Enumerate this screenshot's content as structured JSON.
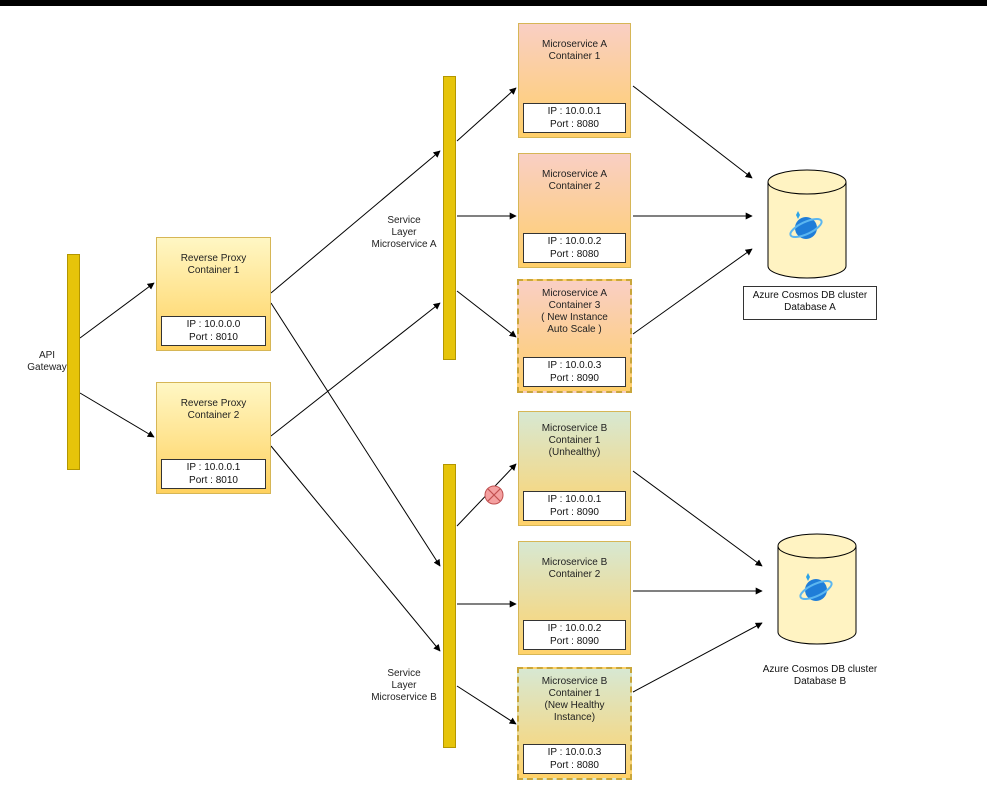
{
  "gateway": {
    "label_line1": "API",
    "label_line2": "Gateway"
  },
  "proxies": [
    {
      "title_line1": "Reverse Proxy",
      "title_line2": "Container 1",
      "ip": "IP : 10.0.0.0",
      "port": "Port : 8010"
    },
    {
      "title_line1": "Reverse Proxy",
      "title_line2": "Container 2",
      "ip": "IP : 10.0.0.1",
      "port": "Port : 8010"
    }
  ],
  "service_layers": [
    {
      "line1": "Service",
      "line2": "Layer",
      "line3": "Microservice A"
    },
    {
      "line1": "Service",
      "line2": "Layer",
      "line3": "Microservice B"
    }
  ],
  "microservice_a": [
    {
      "lines": [
        "Microservice A",
        "Container 1"
      ],
      "ip": "IP : 10.0.0.1",
      "port": "Port : 8080",
      "dashed": false
    },
    {
      "lines": [
        "Microservice A",
        "Container 2"
      ],
      "ip": "IP : 10.0.0.2",
      "port": "Port : 8080",
      "dashed": false
    },
    {
      "lines": [
        "Microservice A",
        "Container 3",
        "( New Instance",
        "Auto Scale )"
      ],
      "ip": "IP : 10.0.0.3",
      "port": "Port : 8090",
      "dashed": true
    }
  ],
  "microservice_b": [
    {
      "lines": [
        "Microservice B",
        "Container 1",
        "(Unhealthy)"
      ],
      "ip": "IP : 10.0.0.1",
      "port": "Port : 8090",
      "dashed": false
    },
    {
      "lines": [
        "Microservice B",
        "Container 2"
      ],
      "ip": "IP : 10.0.0.2",
      "port": "Port : 8090",
      "dashed": false
    },
    {
      "lines": [
        "Microservice B",
        "Container 1",
        "(New Healthy",
        "Instance)"
      ],
      "ip": "IP : 10.0.0.3",
      "port": "Port : 8080",
      "dashed": true
    }
  ],
  "databases": [
    {
      "line1": "Azure Cosmos DB cluster",
      "line2": "Database A",
      "icon": "cosmos-db-icon"
    },
    {
      "line1": "Azure Cosmos DB cluster",
      "line2": "Database B",
      "icon": "cosmos-db-icon"
    }
  ],
  "colors": {
    "bar": "#e6c40a",
    "arrow": "#000000",
    "unhealthy": "#f4a0a0",
    "cosmos_blue": "#1f7dd8"
  }
}
